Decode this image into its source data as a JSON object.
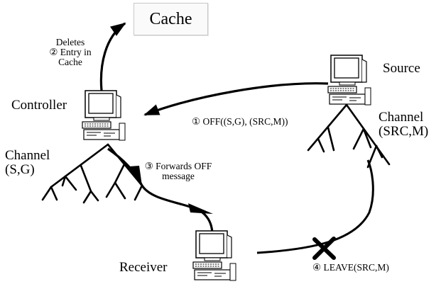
{
  "cache": {
    "label": "Cache"
  },
  "nodes": {
    "source": {
      "label": "Source"
    },
    "controller": {
      "label": "Controller"
    },
    "receiver": {
      "label": "Receiver"
    }
  },
  "channels": {
    "source_channel": {
      "line1": "Channel",
      "line2": "(SRC,M)"
    },
    "controller_channel": {
      "line1": "Channel",
      "line2": "(S,G)"
    }
  },
  "steps": {
    "step1": {
      "label": "① OFF((S,G), (SRC,M))"
    },
    "step2": {
      "line1": "Deletes",
      "line2": "② Entry in",
      "line3": "Cache"
    },
    "step3": {
      "line1": "③ Forwards OFF",
      "line2": "message"
    },
    "step4": {
      "label": "④ LEAVE(SRC,M)"
    }
  },
  "icons": {
    "computer": "desktop-computer-icon",
    "tree": "multicast-tree-icon",
    "cross": "x-mark-icon"
  }
}
